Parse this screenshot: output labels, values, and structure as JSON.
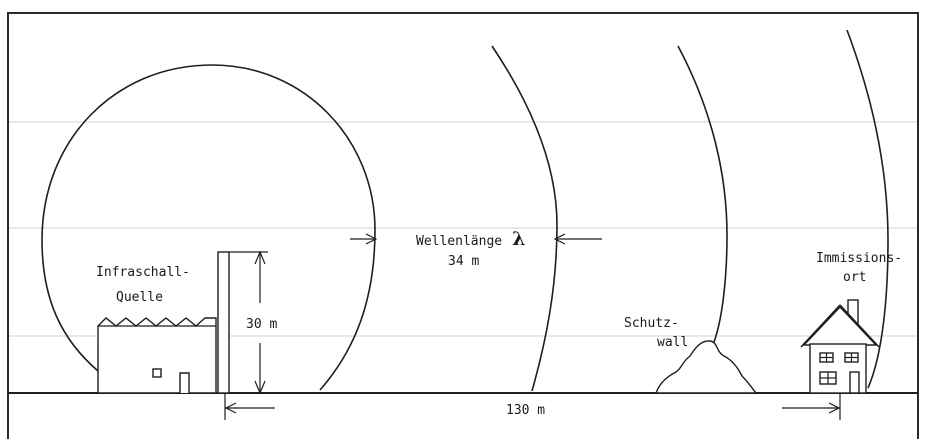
{
  "diagram": {
    "source": {
      "label_line1": "Infraschall-",
      "label_line2": "Quelle"
    },
    "height": {
      "label": "30 m"
    },
    "wavelength": {
      "label": "Wellenlänge",
      "symbol": "λ",
      "value": "34 m"
    },
    "barrier": {
      "label_line1": "Schutz-",
      "label_line2": "wall"
    },
    "receiver": {
      "label_line1": "Immissions-",
      "label_line2": "ort"
    },
    "distance": {
      "label": "130 m"
    }
  }
}
